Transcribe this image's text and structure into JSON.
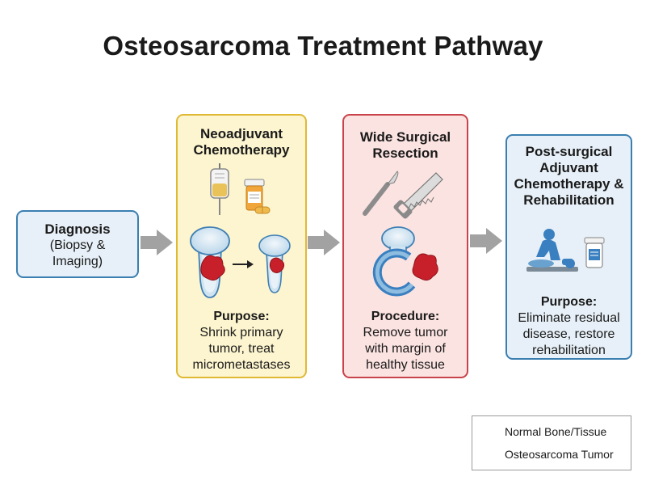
{
  "title": "Osteosarcoma Treatment Pathway",
  "colors": {
    "blue_border": "#3a7fb0",
    "blue_fill": "#e7f0f8",
    "yellow_border": "#e0b933",
    "yellow_fill": "#fdf5cf",
    "red_border": "#c9434a",
    "red_fill": "#fbe3e1",
    "tumor": "#c8202a",
    "normal": "#3a7fc0",
    "arrow": "#9d9d9d"
  },
  "steps": [
    {
      "id": "diagnosis",
      "heading": "Diagnosis",
      "lines": [
        "(Biopsy &",
        "Imaging)"
      ]
    },
    {
      "id": "neoadjuvant",
      "heading_lines": [
        "Neoadjuvant",
        "Chemotherapy"
      ],
      "label": "Purpose:",
      "lines": [
        "Shrink primary",
        "tumor, treat",
        "micrometastases"
      ],
      "icons": [
        "iv-bag-icon",
        "pill-bottle-icon",
        "bone-tumor-icon",
        "arrow-right-icon",
        "bone-small-tumor-icon"
      ]
    },
    {
      "id": "surgery",
      "heading_lines": [
        "Wide Surgical",
        "Resection"
      ],
      "label": "Procedure:",
      "lines": [
        "Remove tumor",
        "with margin of",
        "healthy tissue"
      ],
      "icons": [
        "scalpel-icon",
        "bone-saw-icon",
        "bone-resected-icon",
        "tumor-icon"
      ]
    },
    {
      "id": "adjuvant",
      "heading_lines": [
        "Post-surgical",
        "Adjuvant",
        "Chemotherapy &",
        "Rehabilitation"
      ],
      "label": "Purpose:",
      "lines": [
        "Eliminate residual",
        "disease, restore",
        "rehabilitation"
      ],
      "icons": [
        "physiotherapy-icon",
        "pill-bottle-icon"
      ]
    }
  ],
  "legend": [
    {
      "label": "Normal Bone/Tissue",
      "icon": "normal-tissue-icon"
    },
    {
      "label": "Osteosarcoma Tumor",
      "icon": "tumor-icon"
    }
  ]
}
